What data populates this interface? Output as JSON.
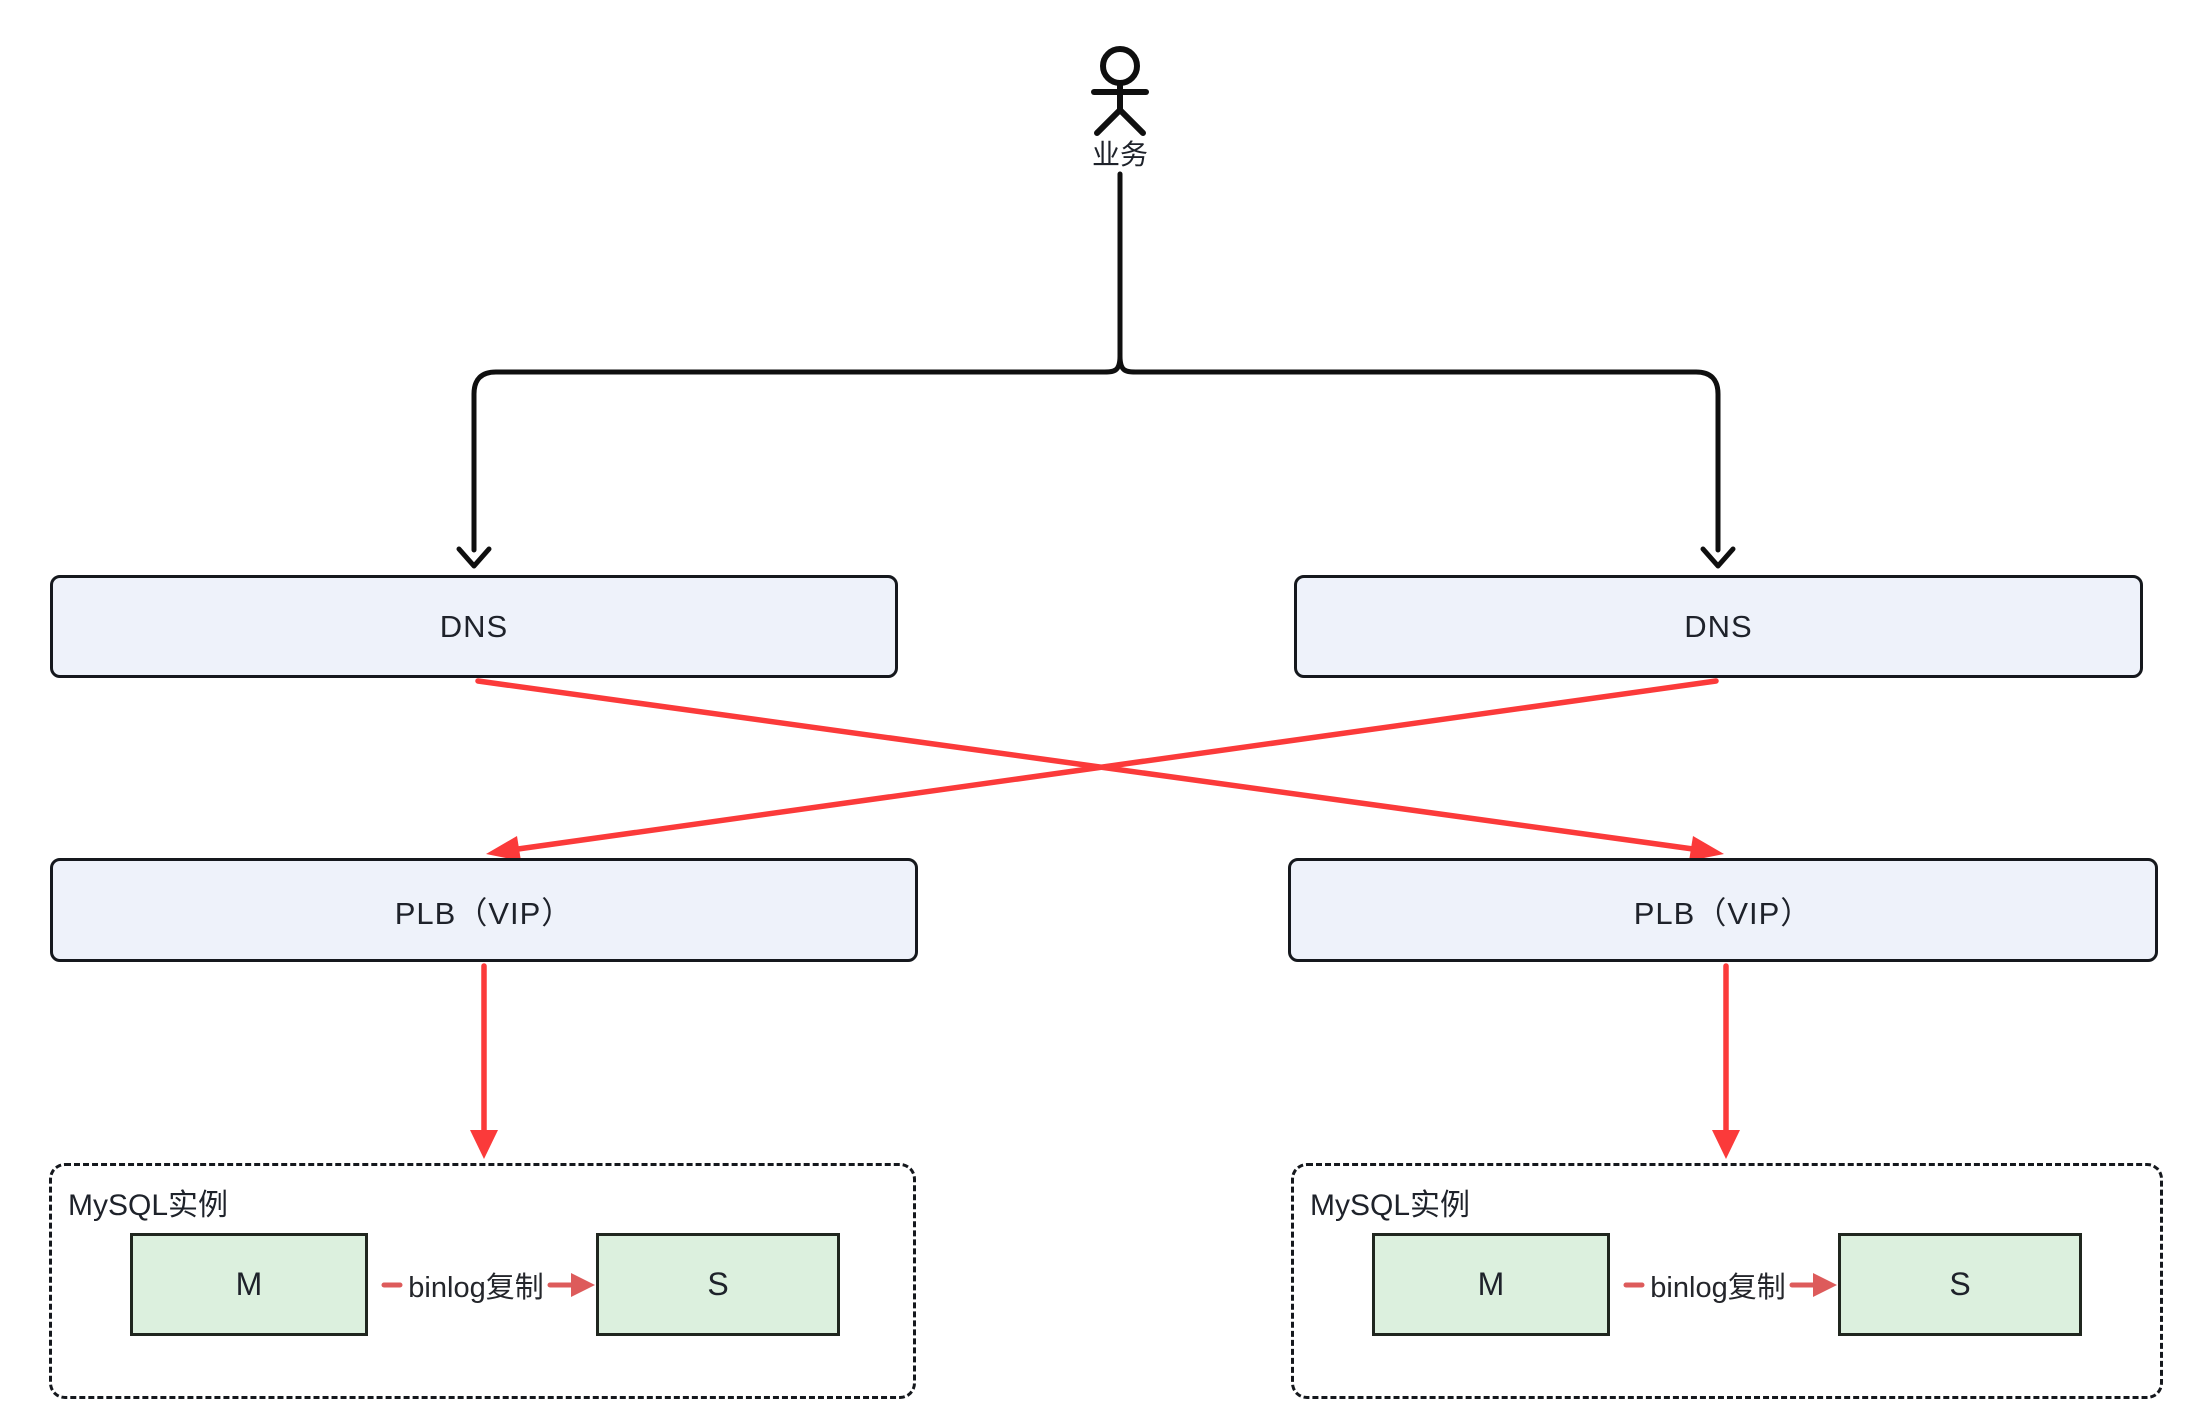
{
  "diagram": {
    "actor": {
      "label": "业务"
    },
    "left": {
      "dns": "DNS",
      "plb": "PLB（VIP）",
      "mysql_title": "MySQL实例",
      "master": "M",
      "slave": "S",
      "replication": "binlog复制"
    },
    "right": {
      "dns": "DNS",
      "plb": "PLB（VIP）",
      "mysql_title": "MySQL实例",
      "master": "M",
      "slave": "S",
      "replication": "binlog复制"
    },
    "edges": [
      {
        "from": "业务",
        "to": "DNS(left)",
        "style": "black-arrow"
      },
      {
        "from": "业务",
        "to": "DNS(right)",
        "style": "black-arrow"
      },
      {
        "from": "DNS(left)",
        "to": "PLB（VIP）(right)",
        "style": "red-arrow"
      },
      {
        "from": "DNS(right)",
        "to": "PLB（VIP）(left)",
        "style": "red-arrow"
      },
      {
        "from": "PLB（VIP）(left)",
        "to": "MySQL实例(left)",
        "style": "red-arrow"
      },
      {
        "from": "PLB（VIP）(right)",
        "to": "MySQL实例(right)",
        "style": "red-arrow"
      },
      {
        "from": "M(left)",
        "to": "S(left)",
        "label": "binlog复制",
        "style": "red-dashed-arrow"
      },
      {
        "from": "M(right)",
        "to": "S(right)",
        "label": "binlog复制",
        "style": "red-dashed-arrow"
      }
    ],
    "colors": {
      "node_fill": "#eef2fa",
      "node_border": "#15181d",
      "green_fill": "#dcf0de",
      "red_accent": "#fb3a3a",
      "soft_red": "#dd5b5b",
      "line": "#0f0f0f",
      "text": "#1e222a"
    }
  }
}
